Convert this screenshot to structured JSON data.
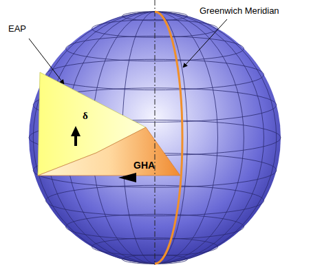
{
  "diagram": {
    "labels": [
      "EAP",
      "Greenwich Meridian",
      "δ",
      "GHA"
    ]
  }
}
